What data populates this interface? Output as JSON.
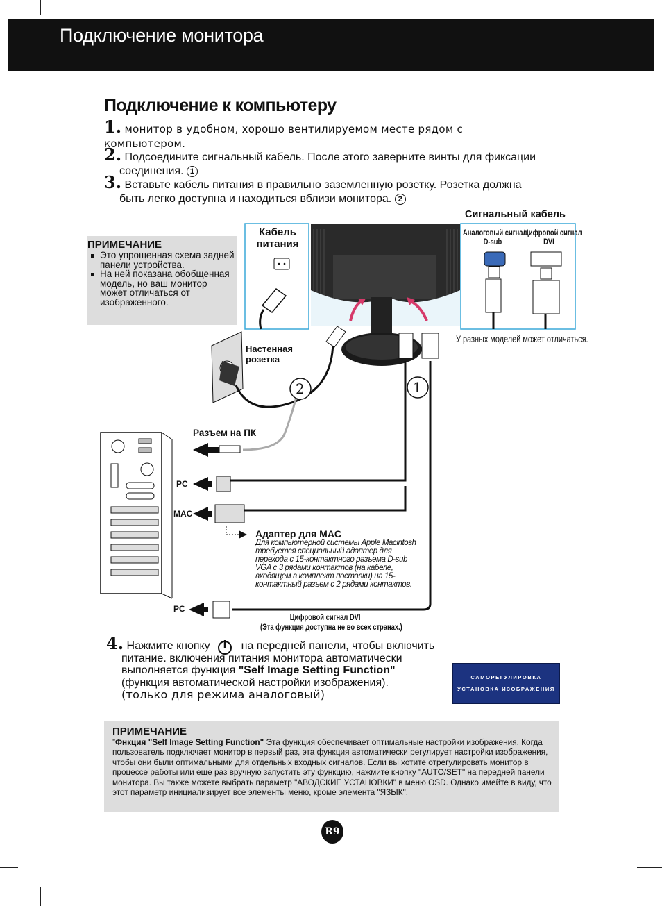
{
  "header": {
    "title": "Подключение монитора"
  },
  "section_title": "Подключение к компьютеру",
  "steps": [
    {
      "num": "1.",
      "text": "монитор в удобном, хорошо вентилируемом месте рядом с",
      "text2": "компьютером."
    },
    {
      "num": "2.",
      "text": "Подсоедините сигнальный кабель. После этого заверните винты для фиксации",
      "text2": "соединения.",
      "marker": "1"
    },
    {
      "num": "3.",
      "text": "Вставьте кабель питания в правильно заземленную розетку. Розетка должна",
      "text2": "быть легко доступна и находиться вблизи монитора.",
      "marker": "2"
    },
    {
      "num": "4."
    }
  ],
  "step4": {
    "line1a": "Нажмите кнопку",
    "line1b": "на передней панели, чтобы включить",
    "line2": "питание. включения питания монитора автоматически",
    "line3a": "выполняется функция ",
    "line3b": "\"Self Image Setting Function\"",
    "line4": "(функция автоматической настройки изображения).",
    "line5": "(только для режима аналоговый)"
  },
  "note1": {
    "title": "ПРИМЕЧАНИЕ",
    "items": [
      "Это упрощенная схема задней панели устройства.",
      "На ней показана обобщенная модель, но ваш монитор может отличаться от изображенного."
    ]
  },
  "diagram": {
    "power_cable_line1": "Кабель",
    "power_cable_line2": "питания",
    "signal_cable": "Сигнальный кабель",
    "analog_line1": "Аналоговый сигнал",
    "analog_line2": "D-sub",
    "digital_line1": "Цифровой сигнал",
    "digital_line2": "DVI",
    "models_vary": "У разных моделей может отличаться.",
    "wall_outlet_line1": "Настенная",
    "wall_outlet_line2": "розетка",
    "pc_connector": "Разъем на ПК",
    "pc1": "PC",
    "mac": "MAC",
    "pc2": "PC",
    "marker1": "1",
    "marker2": "2",
    "adapter_title": "Адаптер для MAC",
    "adapter_text": "Для компьютерной системы Apple Macintosh требуется специальный адаптер для перехода с 15-контактного разъема D-sub VGA с 3 рядами контактов (на кабеле, входящем в комплект поставки) на 15-контактный разъем с 2 рядами контактов.",
    "dvi_caption1": "Цифровой сигнал  DVI",
    "dvi_caption2": "(Эта функция доступна не во всех странах.)"
  },
  "osd": {
    "line1": "САМОРЕГУЛИРОВКА",
    "line2": "УСТАНОВКА ИЗОБРАЖЕНИЯ"
  },
  "note2": {
    "title": "ПРИМЕЧАНИЕ",
    "prefix": "”",
    "lead": "Фнкция \"Self Image Setting Function\"",
    "body": " Эта функция обеспечивает оптимальные настройки изображения. Когда пользователь подключает монитор в первый раз, эта функция автоматически регулирует настройки изображения, чтобы они были оптимальными для отдельных входных сигналов. Если вы хотите отрегулировать монитор в процессе работы или еще раз вручную запустить эту функцию, нажмите кнопку \"AUTO/SET\" на передней панели монитора. Вы также можете выбрать параметр \"АВОДСКИЕ УСТАНОВКИ\" в меню OSD. Однако имейте в виду, что этот параметр инициализирует все элементы меню, кроме элемента \"ЯЗЫК\"."
  },
  "page_number": "R9",
  "colors": {
    "header_bg": "#111111",
    "note_bg": "#dddddd",
    "osd_bg": "#1c3380",
    "arrow_pink": "#d63a6a"
  }
}
